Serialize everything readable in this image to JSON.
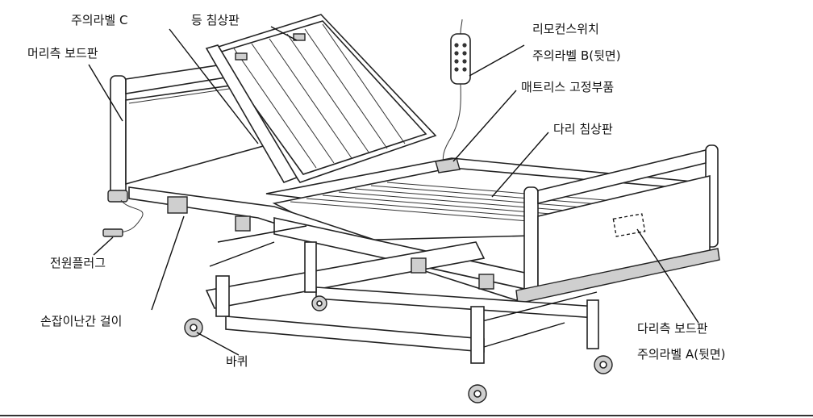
{
  "labels": {
    "head_board": "머리측 보드판",
    "caution_label_c": "주의라벨 C",
    "back_section": "등 침상판",
    "remote_switch": "리모컨스위치",
    "caution_label_b": "주의라벨 B(뒷면)",
    "mattress_fixer": "매트리스 고정부품",
    "leg_section": "다리 침상판",
    "power_plug": "전원플러그",
    "rail_hanger": "손잡이난간 걸이",
    "foot_board": "다리측 보드판",
    "caution_label_a": "주의라벨 A(뒷면)",
    "caster": "바퀴"
  },
  "colors": {
    "line": "#111111",
    "fill": "#ffffff",
    "shade": "#cfcfcf"
  }
}
